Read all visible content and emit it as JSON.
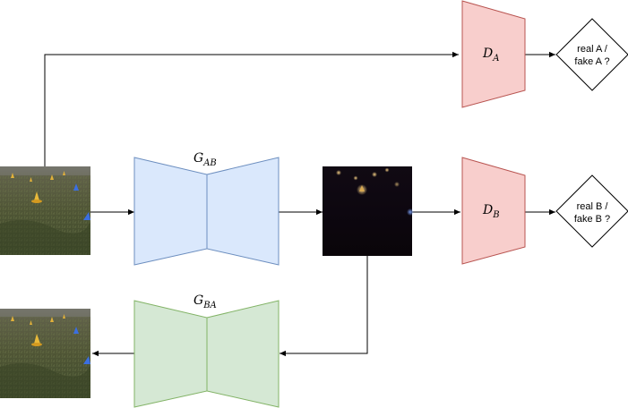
{
  "nodes": {
    "d_a": {
      "label": "D",
      "sub": "A"
    },
    "d_b": {
      "label": "D",
      "sub": "B"
    },
    "g_ab": {
      "label": "G",
      "sub": "AB"
    },
    "g_ba": {
      "label": "G",
      "sub": "BA"
    },
    "decision_a": {
      "line1": "real A /",
      "line2": "fake A ?"
    },
    "decision_b": {
      "line1": "real B /",
      "line2": "fake B ?"
    }
  },
  "colors": {
    "discriminator_fill": "#f8cecc",
    "discriminator_stroke": "#b85450",
    "generator_ab_fill": "#dae8fc",
    "generator_ab_stroke": "#6c8ebf",
    "generator_ba_fill": "#d5e8d4",
    "generator_ba_stroke": "#82b366",
    "edge": "#000000"
  },
  "images": {
    "input_a": "field-photo-day",
    "fake_b": "field-photo-night",
    "reconstructed_a": "field-photo-day-reconstructed"
  }
}
